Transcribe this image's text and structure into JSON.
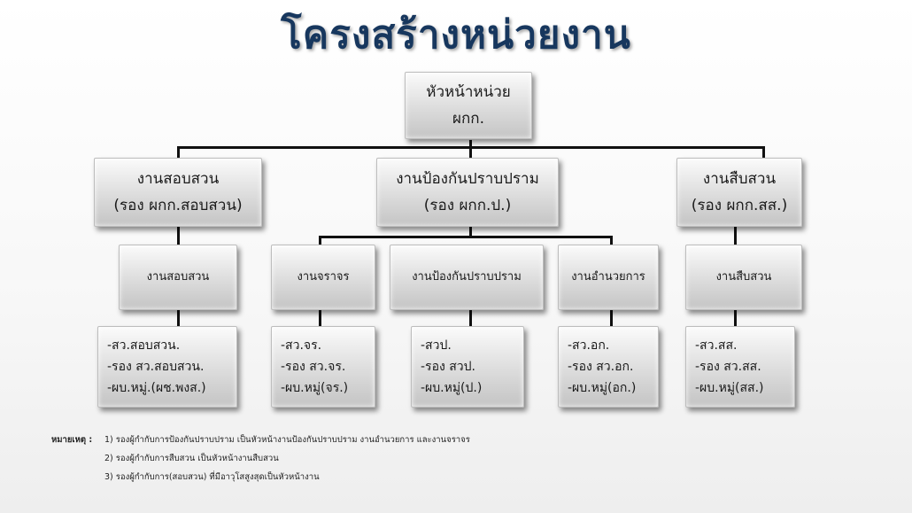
{
  "title": "โครงสร้างหน่วยงาน",
  "head": {
    "line1": "หัวหน้าหน่วย",
    "line2": "ผกก."
  },
  "divisions": [
    {
      "line1": "งานสอบสวน",
      "line2": "(รอง ผกก.สอบสวน)"
    },
    {
      "line1": "งานป้องกันปราบปราม",
      "line2": "(รอง ผกก.ป.)"
    },
    {
      "line1": "งานสืบสวน",
      "line2": "(รอง ผกก.สส.)"
    }
  ],
  "units": [
    "งานสอบสวน",
    "งานจราจร",
    "งานป้องกันปราบปราม",
    "งานอำนวยการ",
    "งานสืบสวน"
  ],
  "staff": [
    [
      "-สว.สอบสวน.",
      "-รอง สว.สอบสวน.",
      "-ผบ.หมู่.(ผช.พงส.)"
    ],
    [
      "-สว.จร.",
      "-รอง สว.จร.",
      "-ผบ.หมู่(จร.)"
    ],
    [
      "-สวป.",
      "-รอง สวป.",
      "-ผบ.หมู่(ป.)"
    ],
    [
      "-สว.อก.",
      "-รอง สว.อก.",
      "-ผบ.หมู่(อก.)"
    ],
    [
      "-สว.สส.",
      "-รอง สว.สส.",
      "-ผบ.หมู่(สส.)"
    ]
  ],
  "notes": {
    "label": "หมายเหตุ :",
    "lines": [
      "1) รองผู้กำกับการป้องกันปราบปราม  เป็นหัวหน้างานป้องกันปราบปราม  งานอำนวยการ  และงานจราจร",
      "2) รองผู้กำกับการสืบสวน  เป็นหัวหน้างานสืบสวน",
      "3) รองผู้กำกับการ(สอบสวน)  ที่มีอาวุโสสูงสุดเป็นหัวหน้างาน"
    ]
  }
}
